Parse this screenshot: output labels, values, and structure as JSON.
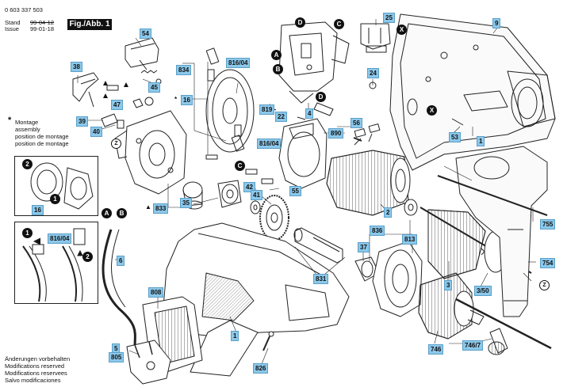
{
  "header": {
    "doc_number": "0 603 337 503",
    "stand_label": "Stand",
    "stand_value": "99-04-12",
    "issue_label": "Issue",
    "issue_value": "99-01-18",
    "figure": "Fig./Abb. 1"
  },
  "assembly_note": {
    "symbol": "*",
    "lines": [
      "Montage",
      "assembly",
      "position de montage",
      "position de montage"
    ]
  },
  "footer": {
    "lines": [
      "Änderungen vorbehalten",
      "Modifications reserved",
      "Modifications reservees",
      "Salvo modificaciones"
    ]
  },
  "part_labels": {
    "p54": "54",
    "p834": "834",
    "p816_04a": "816/04",
    "p45": "45",
    "p38": "38",
    "p47": "47",
    "p16a": "16",
    "p39": "39",
    "p40": "40",
    "p819": "819",
    "p4": "4",
    "p22": "22",
    "p816_04b": "816/04",
    "p35": "35",
    "p833": "833",
    "p42": "42",
    "p41": "41",
    "p55": "55",
    "p890": "890",
    "p56": "56",
    "p24": "24",
    "p25": "25",
    "p9": "9",
    "p53": "53",
    "p1a": "1",
    "p2": "2",
    "p836": "836",
    "p813": "813",
    "p37": "37",
    "p831": "831",
    "p3": "3",
    "p3_50": "3/50",
    "p755": "755",
    "p754": "754",
    "p808": "808",
    "p1b": "1",
    "p6": "6",
    "p5": "5",
    "p805": "805",
    "p826": "826",
    "p746": "746",
    "p746_7": "746/7",
    "p16b": "16",
    "p816_04c": "816/04"
  },
  "prefix_star_16": "*",
  "prefix_tri_833": "▲",
  "circle_labels": {
    "A1": "A",
    "B1": "B",
    "C1": "C",
    "D1": "D",
    "D2": "D",
    "C2": "C",
    "X1": "X",
    "X2": "X",
    "A2": "A",
    "B2": "B",
    "Z1": "Z",
    "Z2": "Z",
    "n1": "1",
    "n2": "2",
    "n1b": "1",
    "n2b": "2"
  }
}
